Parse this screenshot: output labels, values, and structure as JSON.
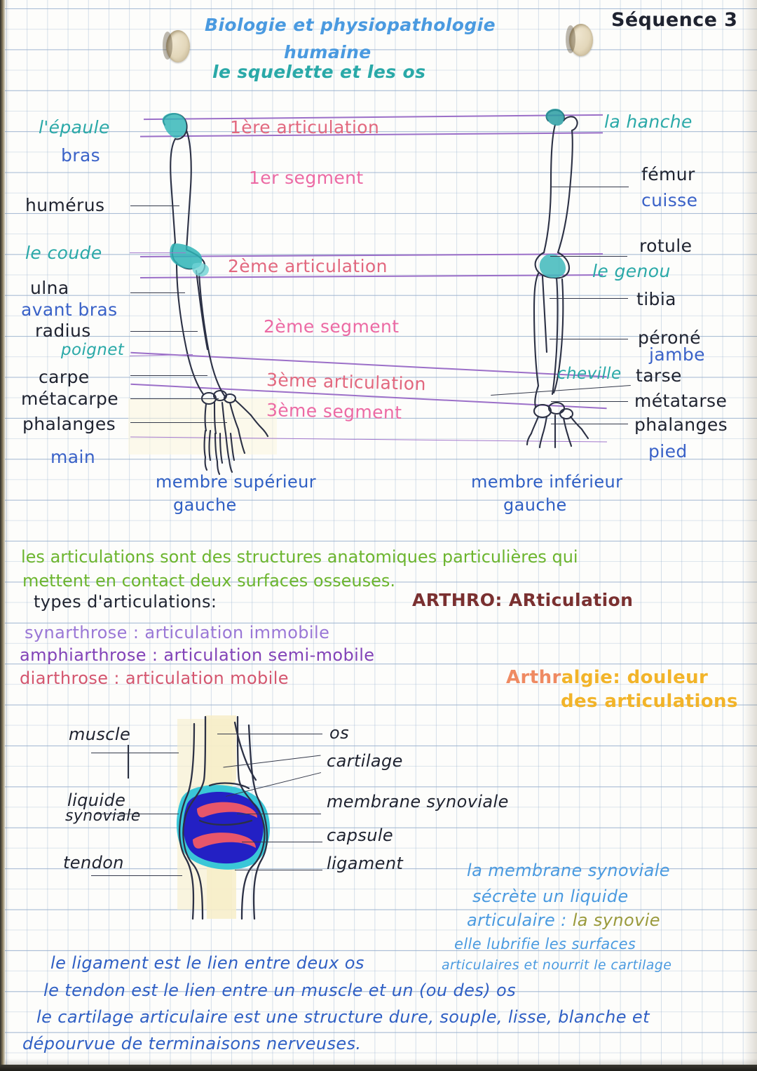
{
  "header": {
    "title_line1": "Biologie et physiopathologie",
    "title_line2": "humaine",
    "subtitle": "le squelette et les os",
    "sequence": "Séquence 3"
  },
  "skeleton_diagram": {
    "left_labels": [
      {
        "text": "l'épaule",
        "color": "teal"
      },
      {
        "text": "bras",
        "color": "blue"
      },
      {
        "text": "humérus",
        "color": "black"
      },
      {
        "text": "le coude",
        "color": "teal"
      },
      {
        "text": "ulna",
        "color": "black"
      },
      {
        "text": "avant bras",
        "color": "blue"
      },
      {
        "text": "radius",
        "color": "black"
      },
      {
        "text": "poignet",
        "color": "teal"
      },
      {
        "text": "carpe",
        "color": "black"
      },
      {
        "text": "métacarpe",
        "color": "black"
      },
      {
        "text": "phalanges",
        "color": "black"
      },
      {
        "text": "main",
        "color": "blue"
      }
    ],
    "right_labels": [
      {
        "text": "la hanche",
        "color": "teal"
      },
      {
        "text": "fémur",
        "color": "black"
      },
      {
        "text": "cuisse",
        "color": "blue"
      },
      {
        "text": "rotule",
        "color": "black"
      },
      {
        "text": "le genou",
        "color": "teal"
      },
      {
        "text": "tibia",
        "color": "black"
      },
      {
        "text": "péroné",
        "color": "black"
      },
      {
        "text": "jambe",
        "color": "blue"
      },
      {
        "text": "cheville",
        "color": "teal"
      },
      {
        "text": "tarse",
        "color": "black"
      },
      {
        "text": "métatarse",
        "color": "black"
      },
      {
        "text": "phalanges",
        "color": "black"
      },
      {
        "text": "pied",
        "color": "blue"
      }
    ],
    "center_labels": [
      {
        "text": "1ère articulation",
        "color": "pinkred"
      },
      {
        "text": "1er segment",
        "color": "pink"
      },
      {
        "text": "2ème articulation",
        "color": "pinkred"
      },
      {
        "text": "2ème segment",
        "color": "pink"
      },
      {
        "text": "3ème articulation",
        "color": "pinkred"
      },
      {
        "text": "3ème segment",
        "color": "pink"
      }
    ],
    "caption_left_line1": "membre supérieur",
    "caption_left_line2": "gauche",
    "caption_right_line1": "membre inférieur",
    "caption_right_line2": "gauche"
  },
  "definition": {
    "line1": "les articulations sont des structures anatomiques particulières qui",
    "line2": "mettent en contact deux surfaces osseuses.",
    "types_heading": "types d'articulations:",
    "arthro_note": "ARTHRO: ARticulation",
    "types": [
      {
        "text": "synarthrose : articulation immobile",
        "color": "violet"
      },
      {
        "text": "amphiarthrose : articulation semi-mobile",
        "color": "purple"
      },
      {
        "text": "diarthrose : articulation mobile",
        "color": "rose"
      }
    ],
    "arthralgie_line1_a": "Arthr",
    "arthralgie_line1_b": "algie: douleur",
    "arthralgie_line2": "des articulations"
  },
  "joint_diagram": {
    "left_labels": [
      {
        "text": "muscle"
      },
      {
        "text": "liquide"
      },
      {
        "text": "synoviale"
      },
      {
        "text": "tendon"
      }
    ],
    "right_labels": [
      {
        "text": "os"
      },
      {
        "text": "cartilage"
      },
      {
        "text": "membrane synoviale"
      },
      {
        "text": "capsule"
      },
      {
        "text": "ligament"
      }
    ]
  },
  "synovial_note": {
    "line1": "la membrane synoviale",
    "line2": "sécrète un liquide",
    "line3_a": "articulaire :",
    "line3_b": "la synovie",
    "line4": "elle lubrifie les surfaces",
    "line5": "articulaires et nourrit le cartilage"
  },
  "bottom_notes": {
    "line1": "le ligament est le lien entre deux os",
    "line2": "le tendon est le lien entre un muscle et un (ou des) os",
    "line3": "le cartilage articulaire est une structure dure, souple, lisse, blanche et",
    "line4": "dépourvue de terminaisons nerveuses."
  }
}
